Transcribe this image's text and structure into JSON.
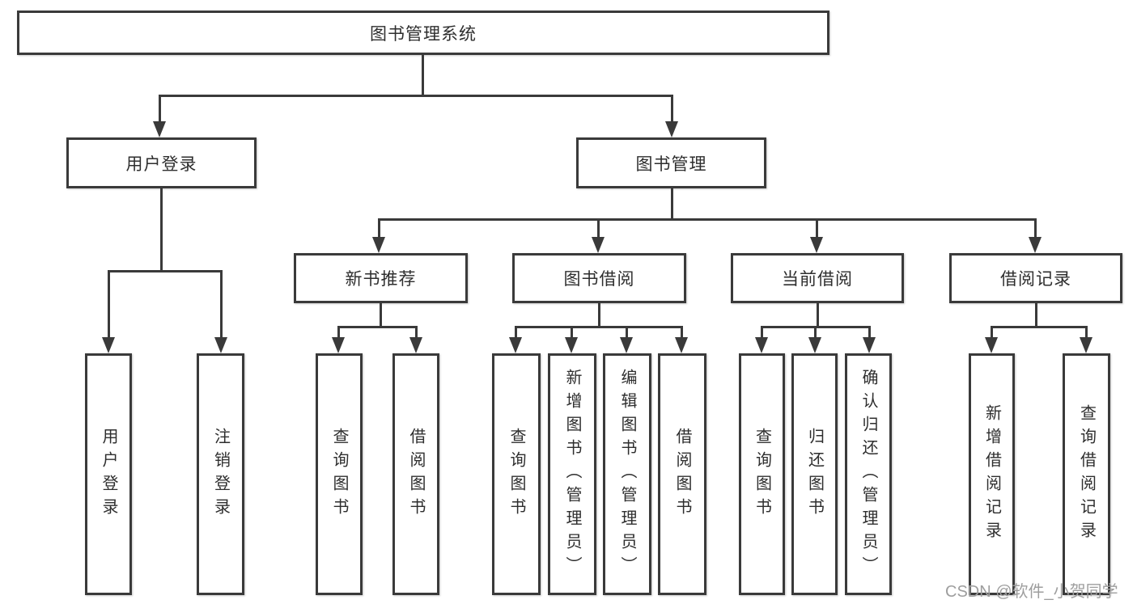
{
  "diagram": {
    "root": {
      "label": "图书管理系统"
    },
    "branches": [
      {
        "label": "用户登录",
        "children": [
          {
            "label": "用户登录"
          },
          {
            "label": "注销登录"
          }
        ]
      },
      {
        "label": "图书管理",
        "groups": [
          {
            "label": "新书推荐",
            "children": [
              {
                "label": "查询图书"
              },
              {
                "label": "借阅图书"
              }
            ]
          },
          {
            "label": "图书借阅",
            "children": [
              {
                "label": "查询图书"
              },
              {
                "label": "新增图书（管理员）"
              },
              {
                "label": "编辑图书（管理员）"
              },
              {
                "label": "借阅图书"
              }
            ]
          },
          {
            "label": "当前借阅",
            "children": [
              {
                "label": "查询图书"
              },
              {
                "label": "归还图书"
              },
              {
                "label": "确认归还（管理员）"
              }
            ]
          },
          {
            "label": "借阅记录",
            "children": [
              {
                "label": "新增借阅记录"
              },
              {
                "label": "查询借阅记录"
              }
            ]
          }
        ]
      }
    ]
  },
  "watermark": {
    "text": "CSDN @软件_小贺同学"
  },
  "colors": {
    "line": "#3a3a3a",
    "text": "#2e2e2e",
    "watermark": "#9e9e9e",
    "background": "#ffffff"
  }
}
